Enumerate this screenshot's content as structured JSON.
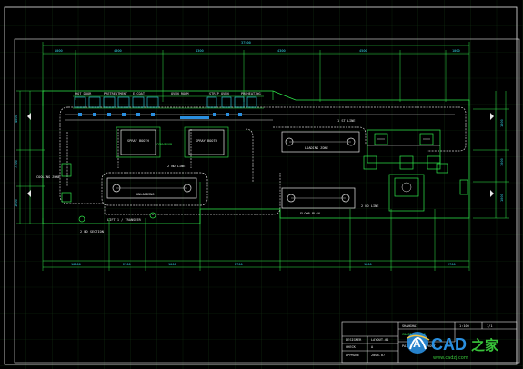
{
  "app": {
    "name": "CAD drawing viewer"
  },
  "colors": {
    "background": "#000000",
    "frame": "#e6e6e6",
    "geometry": "#2ee84a",
    "dimension": "#33d8e8",
    "grid": "#143414",
    "accent_blue": "#2a8fe0",
    "watermark_green": "#38c43a"
  },
  "dimensions": {
    "overall": "37500",
    "top": [
      "1000",
      "4300",
      "4300",
      "4300",
      "4500",
      "1000"
    ],
    "bottom": [
      "10000",
      "2700",
      "1000",
      "2700",
      "1000",
      "2700"
    ],
    "left": [
      "4000",
      "7100",
      "1600"
    ],
    "right": [
      "1000",
      "1000",
      "1000"
    ]
  },
  "labels": {
    "line_1": "1 ST LINE",
    "line_2": "2 ND LINE",
    "line_3": "2 ND LINE",
    "station_a": "HOT DOOR",
    "station_b": "PRETREATMENT",
    "station_c": "E-COAT",
    "station_d": "OVEN ROOM",
    "station_e": "STRIP OVEN",
    "station_f": "PREHEATING",
    "station_g": "COOLING ZONE",
    "booth_a": "SPRAY BOOTH",
    "booth_b": "SPRAY BOOTH",
    "conveyor_a": "LOADING ZONE",
    "conveyor_b": "UNLOADING",
    "conveyor_c": "CONVEYOR",
    "note_1": "FLOOR PLAN",
    "note_2": "2 ND SECTION",
    "note_3": "1 ST LINE",
    "note_4": "LIFT 1 / TRANSFER"
  },
  "title_block": {
    "company": "SHANGHAI",
    "project": "COATING LINE",
    "drawing": "PAINT SHOP LAYOUT",
    "scale": "1:100",
    "sheet": "1/1",
    "drawn": "DESIGNER",
    "checked": "CHECK",
    "approved": "APPROVE",
    "drawing_no": "LAYOUT-01",
    "revision": "A",
    "date": "2008.07"
  },
  "watermark": {
    "logo_letter": "A",
    "brand": "CAD",
    "suffix": "之家",
    "url": "www.cadzj.com"
  },
  "icons": [
    "watermark-logo-icon"
  ]
}
